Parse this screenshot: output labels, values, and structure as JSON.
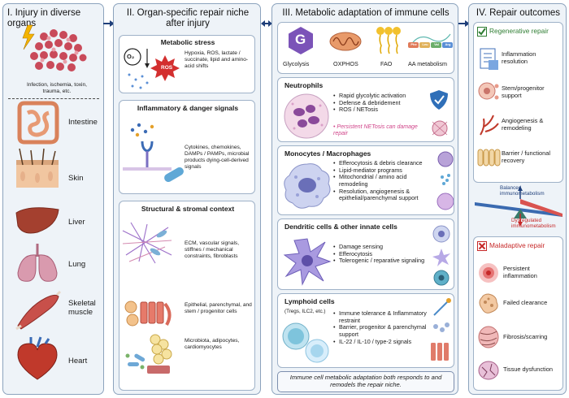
{
  "col1": {
    "title": "I. Injury in diverse organs",
    "injury_caption": "Infection, ischemia, toxin, trauma, etc.",
    "organs": [
      "Intestine",
      "Skin",
      "Liver",
      "Lung",
      "Skeletal muscle",
      "Heart"
    ]
  },
  "col2": {
    "title_line1": "II. Organ-specific repair niche",
    "title_line2": "after injury",
    "metabolic": {
      "title": "Metabolic stress",
      "o2": "O₂",
      "ros": "ROS",
      "text": "Hypoxia, ROS, lactate / succinate, lipid and amino-acid shifts"
    },
    "inflammatory": {
      "title": "Inflammatory & danger signals",
      "text": "Cytokines, chemokines, DAMPs / PAMPs, microbial products dying-cell-derived signals"
    },
    "structural": {
      "title": "Structural & stromal context",
      "item1": "ECM, vascular signals, stiffnes / mechanical constraints, fibroblasts",
      "item2": "Epithelial, parenchymal, and stem / progenitor cells",
      "item3": "Microbiota, adipocytes, cardiomyocytes"
    }
  },
  "col3": {
    "title": "III. Metabolic adaptation of immune cells",
    "pathways": [
      "Glycolysis",
      "OXPHOS",
      "FAO",
      "AA metabolism"
    ],
    "glycolysis_glyph": "G",
    "aa_tags": [
      "Phe",
      "Leu",
      "Val",
      "Arg"
    ],
    "neutrophils": {
      "title": "Neutrophils",
      "bullets": [
        "Rapid glycolytic activation",
        "Defense & debridement",
        "ROS / NETosis"
      ],
      "warning": "• Persistent NETosis can damage repair"
    },
    "macrophages": {
      "title": "Monocytes / Macrophages",
      "bullets": [
        "Efferocytosis & debris clearance",
        "Lipid-mediator programs",
        "Mitochondrial / amino acid remodeling",
        "Resolution, angiogenesis & epithelial/parenchymal support"
      ]
    },
    "dendritic": {
      "title": "Dendritic cells & other innate cells",
      "bullets": [
        "Damage sensing",
        "Efferocytosis",
        "Tolerogenic / reparative signaling"
      ]
    },
    "lymphoid": {
      "title": "Lymphoid cells",
      "subtitle": "(Tregs, ILC2, etc.)",
      "bullets": [
        "Immune tolerance & Inflammatory restraint",
        "Barrier, progenitor & parenchymal support",
        "IL-22 / IL-10 / type-2 signals"
      ]
    },
    "footer": "Immune cell metabolic adaptation both responds to and remodels the repair niche."
  },
  "col4": {
    "title": "IV. Repair outcomes",
    "regenerative": {
      "title": "Regenerative repair",
      "items": [
        "Inflammation resolution",
        "Stem/progenitor support",
        "Angiogenesis & remodeling",
        "Barrier / functional recovery"
      ]
    },
    "balance": {
      "balanced": "Balanced immunometabolism",
      "dysregulated": "Dysregulated immunometabolism"
    },
    "maladaptive": {
      "title": "Maladaptive repair",
      "items": [
        "Persistent inflammation",
        "Failed clearance",
        "Fibrosis/scarring",
        "Tissue dysfunction"
      ]
    }
  },
  "colors": {
    "panel_border": "#8ca3bd",
    "column_bg": "#eef3f8",
    "arrow": "#1f3f7a",
    "regenerative_green": "#2e7d32",
    "maladaptive_red": "#c62828",
    "warning_pink": "#d0458a"
  }
}
